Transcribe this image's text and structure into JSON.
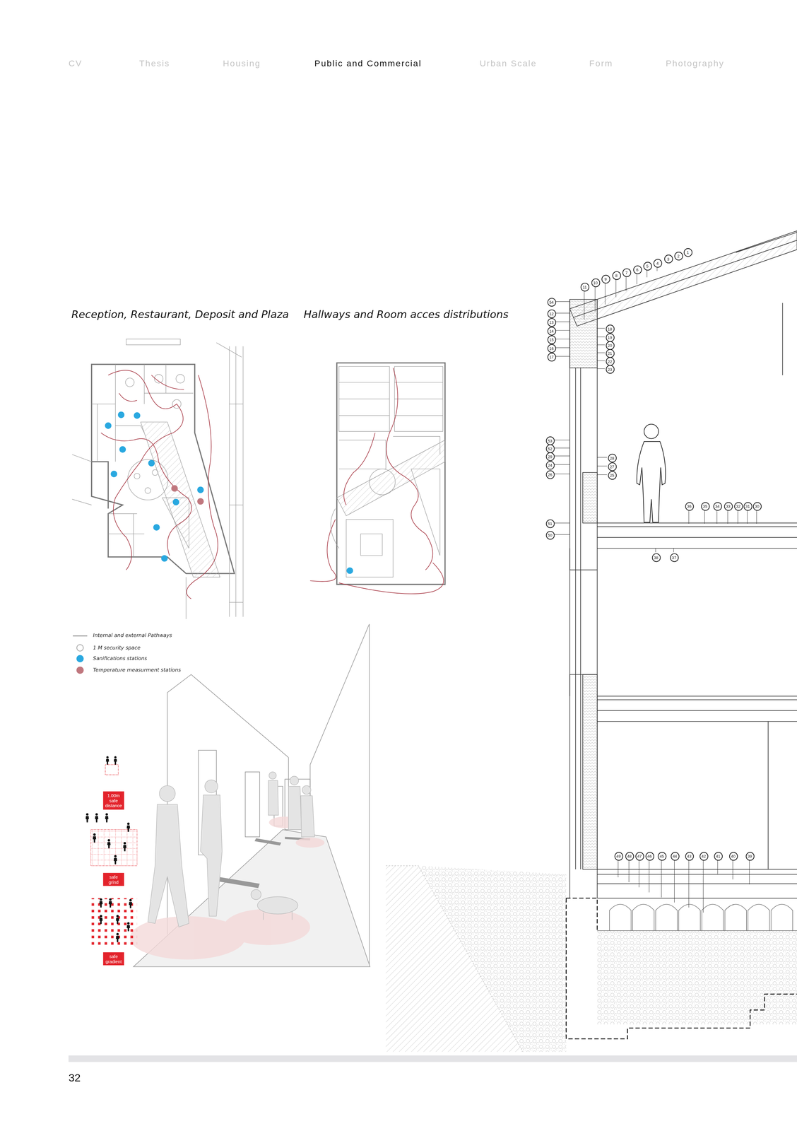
{
  "diagram": {
    "nodes": [
      {
        "text": [
          "1.00m safe distance"
        ]
      },
      {
        "text": [
          "safe grind"
        ]
      },
      {
        "text": [
          "safe gradient"
        ]
      }
    ],
    "labels": [
      "CV",
      "Thesis",
      "Housing",
      "Public and Commercial",
      "Urban Scale",
      "Form",
      "Photography",
      "Reception, Restaurant, Deposit and Plaza",
      "Hallways and Room acces distributions",
      "1",
      "2",
      "3",
      "4",
      "5",
      "6",
      "7",
      "8",
      "9",
      "10",
      "11",
      "54",
      "12",
      "13",
      "14",
      "15",
      "16",
      "17",
      "18",
      "19",
      "20",
      "21",
      "22",
      "23",
      "53",
      "52",
      "29",
      "24",
      "26",
      "28",
      "27",
      "25",
      "36",
      "35",
      "34",
      "33",
      "32",
      "31",
      "30",
      "51",
      "50",
      "38",
      "37",
      "49",
      "48",
      "47",
      "46",
      "45",
      "44",
      "43",
      "42",
      "41",
      "40",
      "39",
      "32"
    ],
    "legend": [
      {
        "text": "Internal and external Pathways"
      },
      {
        "text": "1 M security space"
      },
      {
        "text": "Sanifications stations",
        "color": "#29a8e0"
      },
      {
        "text": "Temperature measurment stations",
        "color": "#c0777e"
      }
    ]
  }
}
